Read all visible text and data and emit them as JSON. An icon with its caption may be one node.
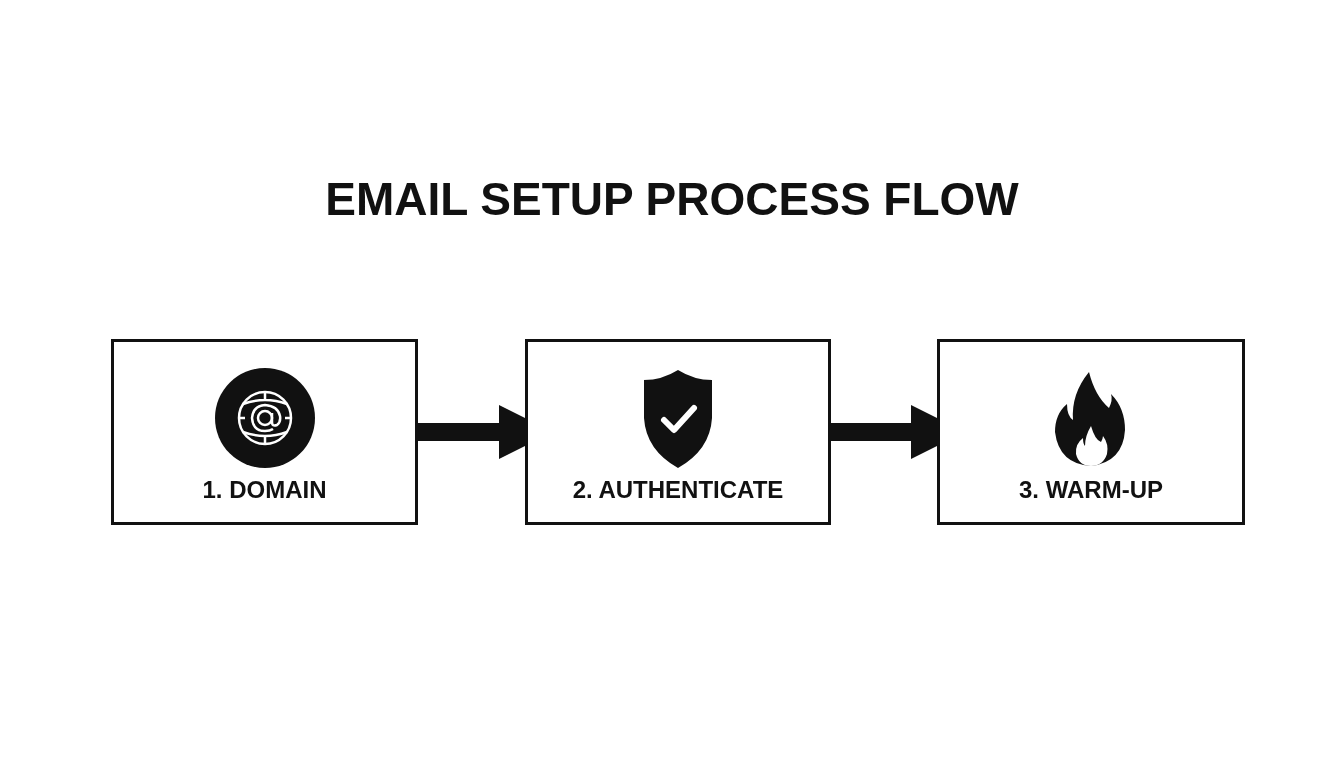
{
  "diagram": {
    "title": "EMAIL SETUP PROCESS FLOW",
    "nodes": [
      {
        "text": [
          "1. DOMAIN"
        ]
      },
      {
        "text": [
          "2. AUTHENTICATE"
        ]
      },
      {
        "text": [
          "3. WARM-UP"
        ]
      }
    ],
    "edges": [
      {
        "from": 0,
        "to": 1,
        "arrow": "to"
      },
      {
        "from": 1,
        "to": 2,
        "arrow": "to"
      }
    ]
  }
}
